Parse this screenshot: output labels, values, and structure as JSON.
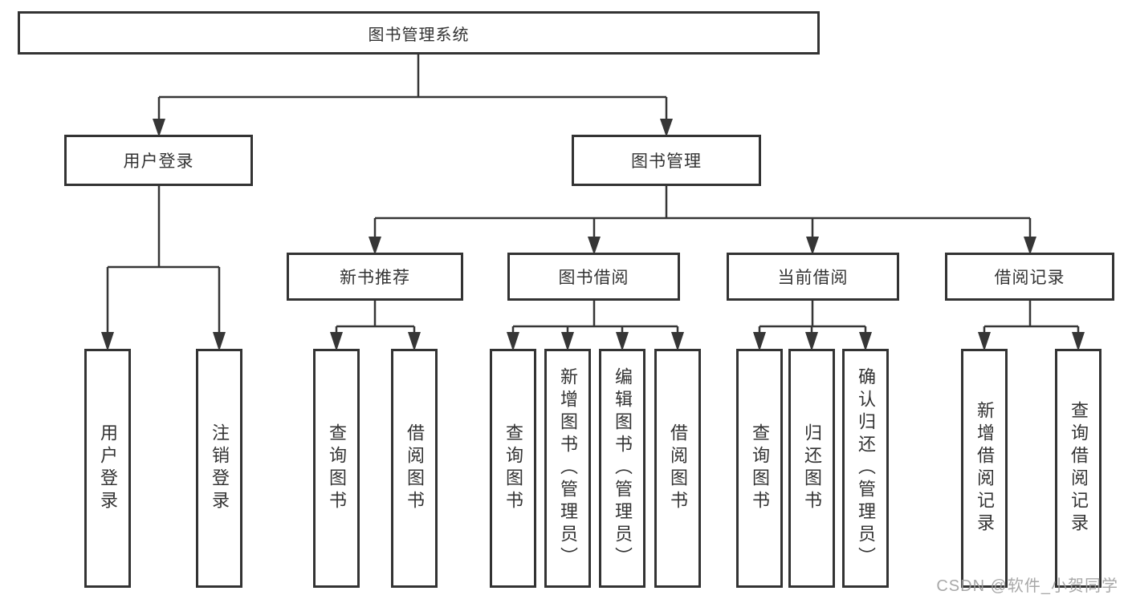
{
  "tree": {
    "label": "图书管理系统",
    "children": [
      {
        "label": "用户登录",
        "children": [
          "用户登录",
          "注销登录"
        ]
      },
      {
        "label": "图书管理",
        "children": [
          {
            "label": "新书推荐",
            "children": [
              "查询图书",
              "借阅图书"
            ]
          },
          {
            "label": "图书借阅",
            "children": [
              "查询图书",
              "新增图书（管理员）",
              "编辑图书（管理员）",
              "借阅图书"
            ]
          },
          {
            "label": "当前借阅",
            "children": [
              "查询图书",
              "归还图书",
              "确认归还（管理员）"
            ]
          },
          {
            "label": "借阅记录",
            "children": [
              "新增借阅记录",
              "查询借阅记录"
            ]
          }
        ]
      }
    ]
  },
  "watermark": {
    "text": "CSDN @软件_小贺同学"
  },
  "colors": {
    "line": "#363636",
    "box_border": "#333333",
    "text": "#333333",
    "watermark": "#9e9e9e",
    "background": "#ffffff"
  }
}
